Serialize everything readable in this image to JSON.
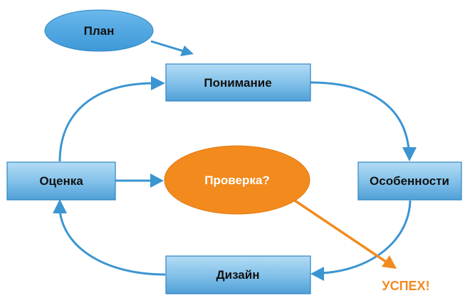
{
  "diagram": {
    "nodes": {
      "plan": {
        "label": "План"
      },
      "understanding": {
        "label": "Понимание"
      },
      "features": {
        "label": "Особенности"
      },
      "design": {
        "label": "Дизайн"
      },
      "evaluation": {
        "label": "Оценка"
      },
      "check": {
        "label": "Проверка?"
      }
    },
    "outcome": {
      "label": "УСПЕХ!"
    },
    "colors": {
      "box_fill_top": "#a9d6f2",
      "box_fill_bottom": "#5aa9dc",
      "box_border": "#2f86c4",
      "plan_fill": "#4fa8e2",
      "arrow_blue": "#3b95d1",
      "check_fill": "#f28a1e",
      "check_text": "#ffffff",
      "success_text": "#f28a1e",
      "node_text": "#111111"
    }
  }
}
